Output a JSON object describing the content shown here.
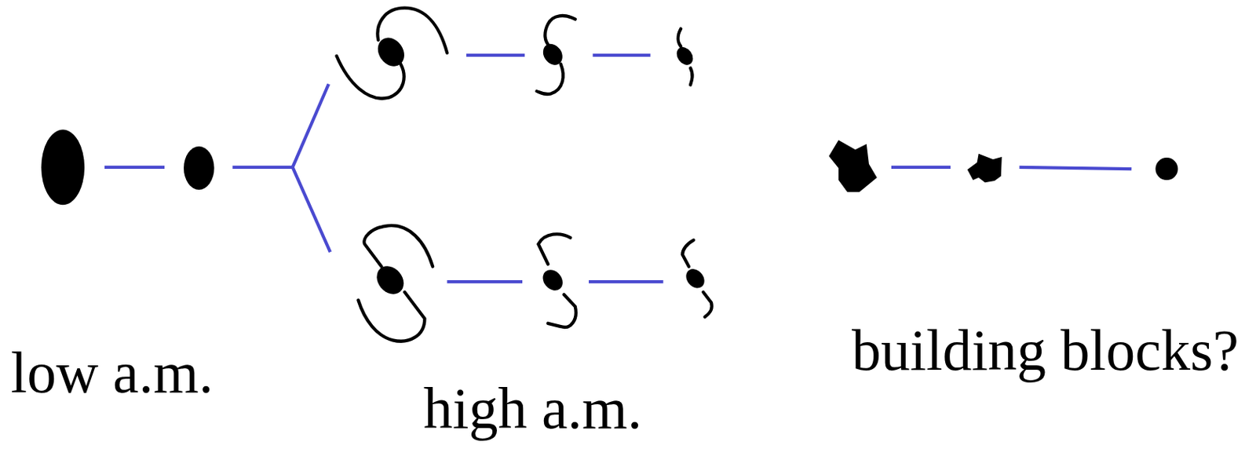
{
  "diagram": {
    "labels": [
      "low a.m.",
      "high a.m.",
      "building blocks?"
    ]
  }
}
